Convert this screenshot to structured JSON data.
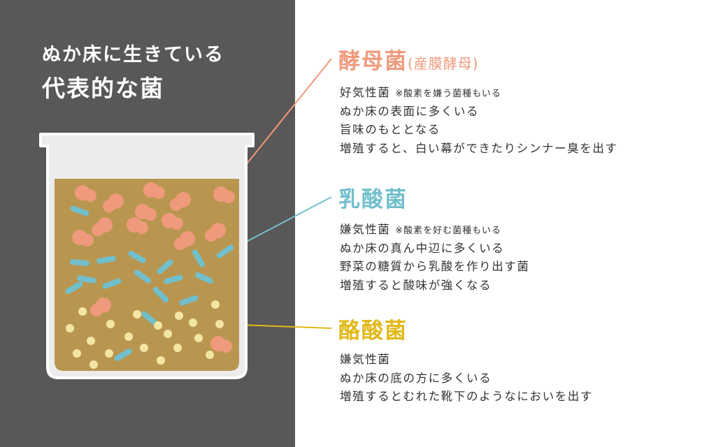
{
  "title": {
    "line1": "ぬか床に生きている",
    "line2": "代表的な菌"
  },
  "colors": {
    "background_dark": "#595757",
    "bran": "#b9964f",
    "yeast": "#ef9a7c",
    "lactic_acid_bacteria": "#72bfcc",
    "butyric_acid_bacteria": "#e2b817"
  },
  "sections": [
    {
      "name": "酵母菌",
      "subname": "(産膜酵母)",
      "lines": [
        {
          "text": "好気性菌 ",
          "note": "※酸素を嫌う菌種もいる"
        },
        {
          "text": "ぬか床の表面に多くいる",
          "note": ""
        },
        {
          "text": "旨味のもととなる",
          "note": ""
        },
        {
          "text": "増殖すると、白い幕ができたりシンナー臭を出す",
          "note": ""
        }
      ]
    },
    {
      "name": "乳酸菌",
      "subname": "",
      "lines": [
        {
          "text": "嫌気性菌 ",
          "note": "※酸素を好む菌種もいる"
        },
        {
          "text": "ぬか床の真ん中辺に多くいる",
          "note": ""
        },
        {
          "text": "野菜の糖質から乳酸を作り出す菌",
          "note": ""
        },
        {
          "text": "増殖すると酸味が強くなる",
          "note": ""
        }
      ]
    },
    {
      "name": "酪酸菌",
      "subname": "",
      "lines": [
        {
          "text": "嫌気性菌",
          "note": ""
        },
        {
          "text": "ぬか床の底の方に多くいる",
          "note": ""
        },
        {
          "text": "増殖するとむれた靴下のようなにおいを出す",
          "note": ""
        }
      ]
    }
  ]
}
